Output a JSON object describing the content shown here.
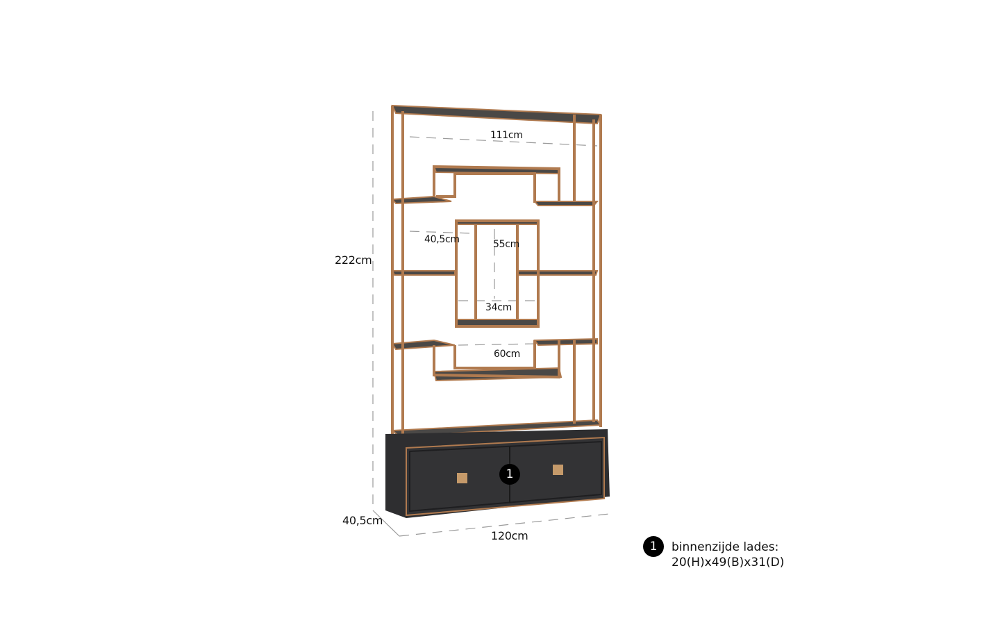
{
  "dimensions": {
    "height": "222cm",
    "depth": "40,5cm",
    "width": "120cm",
    "inner_top_width": "111cm",
    "inner_depth": "40,5cm",
    "center_height": "55cm",
    "center_width": "34cm",
    "lower_shelf_width": "60cm"
  },
  "callout": {
    "marker": "1",
    "line1": "binnenzijde lades:",
    "line2": "20(H)x49(B)x31(D)"
  },
  "colors": {
    "frame": "#b07a4f",
    "wood": "#2e2e30",
    "dim": "#9a9a9a"
  }
}
